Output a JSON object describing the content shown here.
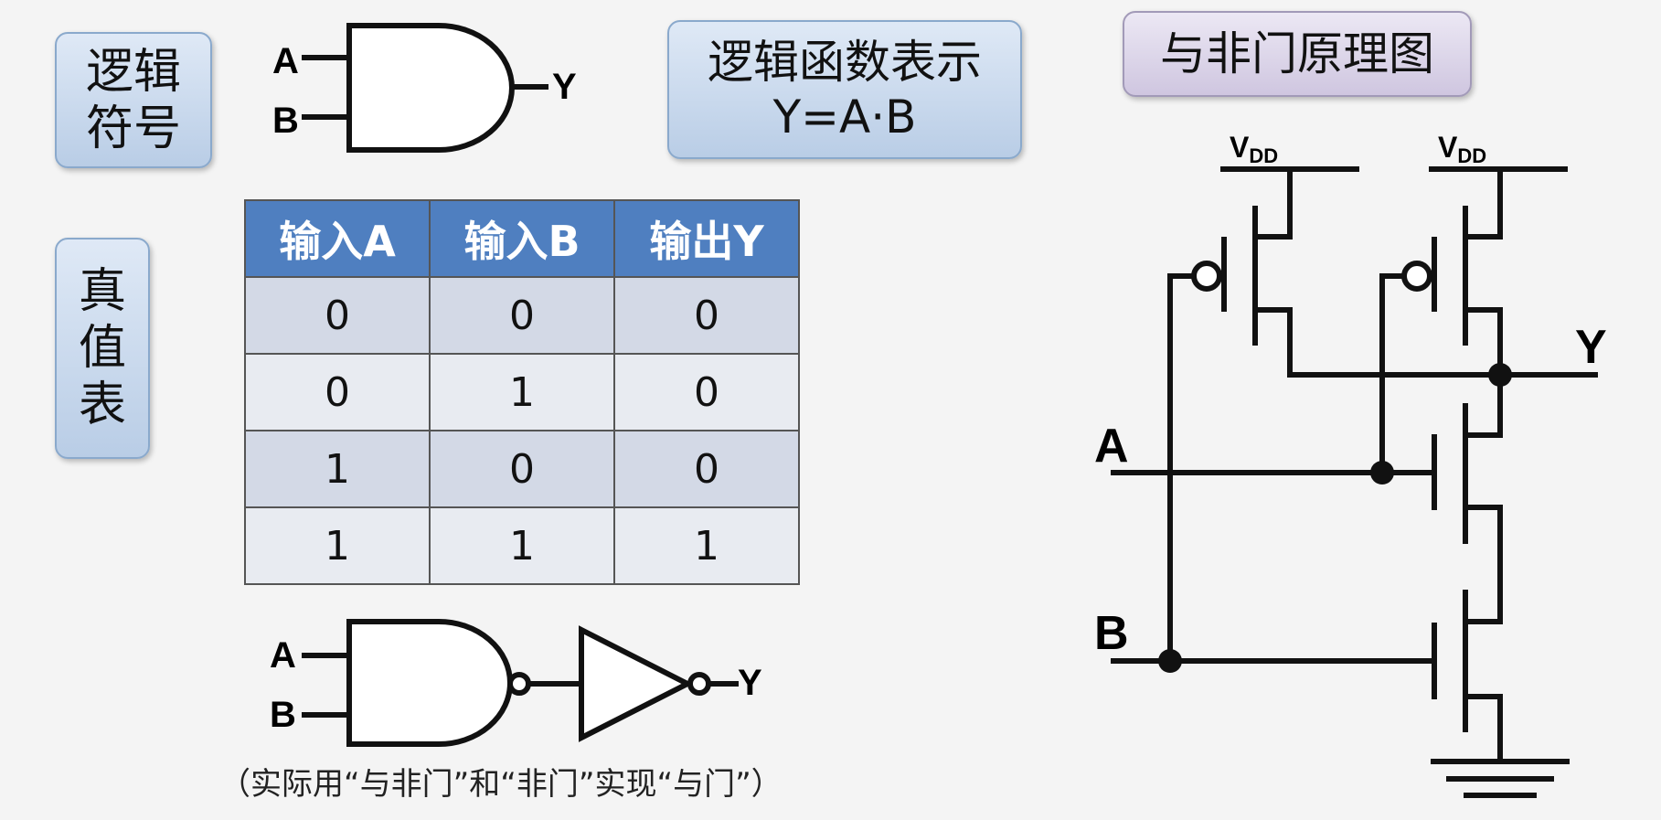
{
  "labels": {
    "logic_symbol": [
      "逻辑",
      "符号"
    ],
    "truth_table": [
      "真",
      "值",
      "表"
    ],
    "function_title": "逻辑函数表示",
    "function_expr": "Y=A·B",
    "schematic_title": "与非门原理图",
    "note": "（实际用“与非门”和“非门”实现“与门”）"
  },
  "gate_symbol": {
    "input_a": "A",
    "input_b": "B",
    "output": "Y"
  },
  "nand_not": {
    "input_a": "A",
    "input_b": "B",
    "output": "Y"
  },
  "truth": {
    "headers": [
      "输入A",
      "输入B",
      "输出Y"
    ],
    "rows": [
      [
        "0",
        "0",
        "0"
      ],
      [
        "0",
        "1",
        "0"
      ],
      [
        "1",
        "0",
        "0"
      ],
      [
        "1",
        "1",
        "1"
      ]
    ]
  },
  "schematic": {
    "vdd_left": "V",
    "vdd_left_sub": "DD",
    "vdd_right": "V",
    "vdd_right_sub": "DD",
    "in_a": "A",
    "in_b": "B",
    "out_y": "Y"
  }
}
